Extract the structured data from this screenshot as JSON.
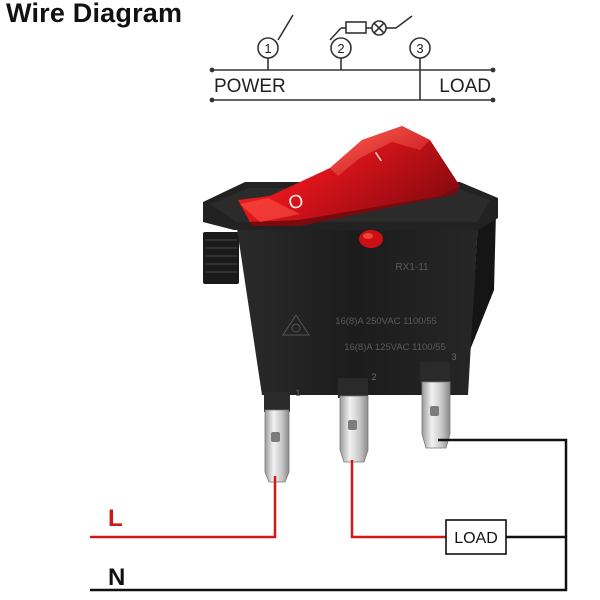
{
  "title": "Wire Diagram",
  "schematic": {
    "terminals": [
      "1",
      "2",
      "3"
    ],
    "power_label": "POWER",
    "load_label": "LOAD"
  },
  "switch": {
    "rocker_off_symbol": "O",
    "rocker_on_symbol": "I",
    "model": "RX1-11",
    "rating_line_1": "16(8)A 250VAC 1100/55",
    "rating_line_2": "16(8)A 125VAC 1100/55",
    "pin_marks": [
      "1",
      "2",
      "3"
    ]
  },
  "wiring": {
    "line_label": "L",
    "neutral_label": "N",
    "load_box_label": "LOAD"
  },
  "colors": {
    "rocker_red": "#e0141c",
    "housing_black": "#1e1e1e",
    "live_wire_red": "#d01818",
    "neutral_wire_black": "#111111"
  }
}
